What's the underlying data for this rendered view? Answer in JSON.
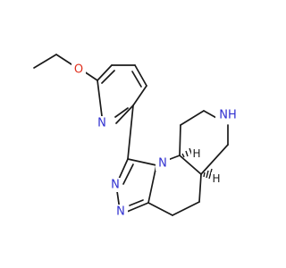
{
  "molecule": {
    "atoms": {
      "o_ether": {
        "text": "O",
        "element": "O"
      },
      "n_pyridine": {
        "text": "N",
        "element": "N"
      },
      "n_triazole_fused": {
        "text": "N",
        "element": "N"
      },
      "n_triazole_a": {
        "text": "N",
        "element": "N"
      },
      "n_triazole_b": {
        "text": "N",
        "element": "N"
      },
      "nh_piperidine": {
        "text": "NH",
        "element": "N"
      },
      "h_stereo_top": {
        "text": "H",
        "element": "H"
      },
      "h_stereo_bottom": {
        "text": "H",
        "element": "H"
      }
    },
    "colors": {
      "bond": "#1a1a1a",
      "nitrogen": "#2f2fd0",
      "oxygen": "#e0301e"
    }
  }
}
